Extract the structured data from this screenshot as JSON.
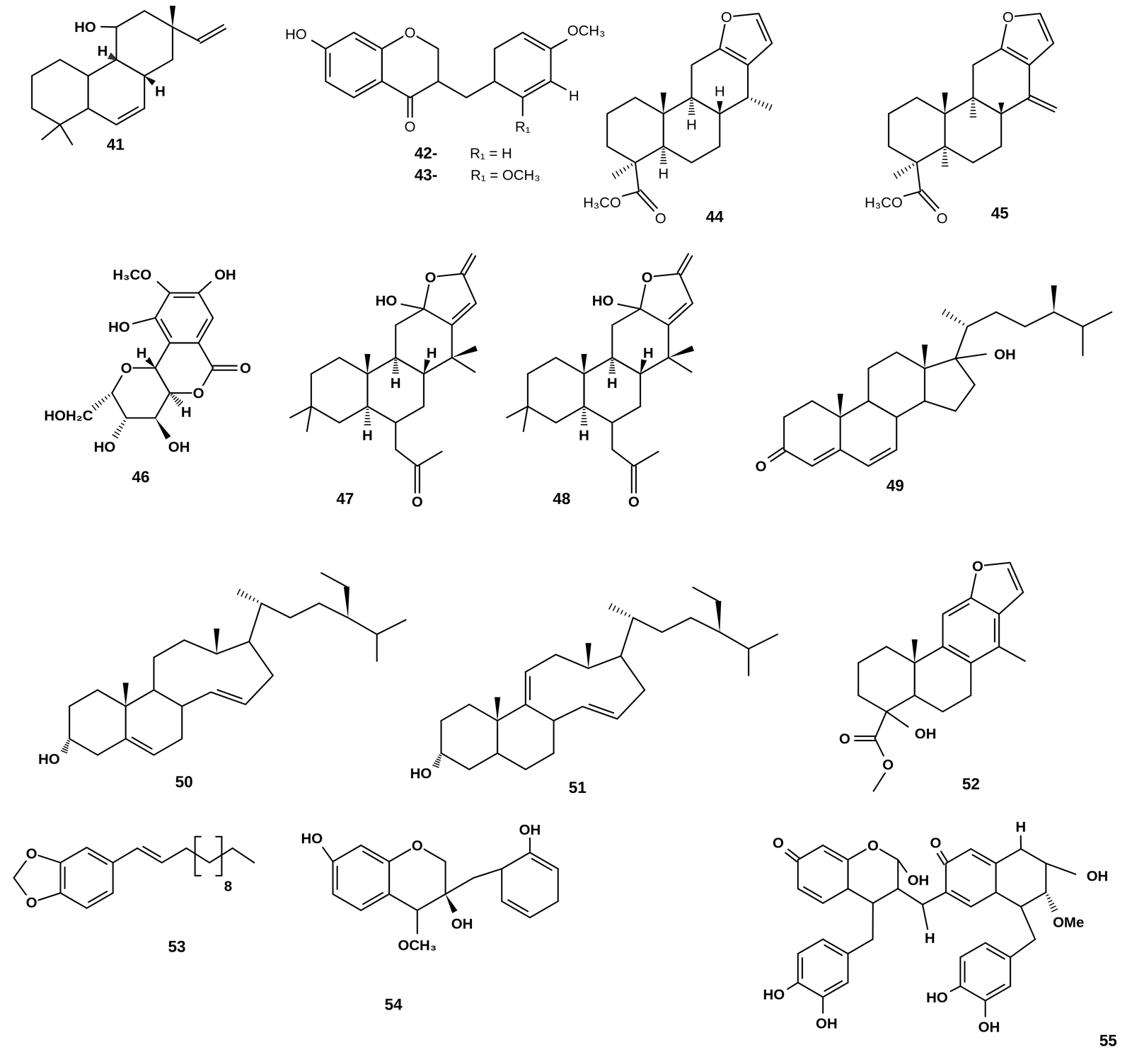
{
  "diagram": {
    "labels": [
      "HO",
      "H",
      "H",
      "41",
      "HO",
      "O",
      "OCH₃",
      "H",
      "O",
      "R₁",
      "42-",
      "R₁ = H",
      "43-",
      "R₁ = OCH₃",
      "O",
      "H",
      "H",
      "H",
      "H₃CO",
      "O",
      "44",
      "O",
      "H₃CO",
      "O",
      "45",
      "H₃CO",
      "OH",
      "HO",
      "H",
      "O",
      "O",
      "O",
      "H",
      "HOH₂C",
      "HO",
      "OH",
      "46",
      "HO",
      "O",
      "H",
      "H",
      "H",
      "O",
      "47",
      "HO",
      "O",
      "H",
      "H",
      "H",
      "O",
      "48",
      "OH",
      "O",
      "49",
      "HO",
      "50",
      "HO",
      "51",
      "O",
      "O",
      "OH",
      "O",
      "52",
      "O",
      "O",
      "8",
      "53",
      "HO",
      "O",
      "OH",
      "OH",
      "OCH₃",
      "54",
      "O",
      "O",
      "O",
      "H",
      "OH",
      "OH",
      "OMe",
      "H",
      "HO",
      "HO",
      "OH",
      "OH",
      "55"
    ]
  }
}
